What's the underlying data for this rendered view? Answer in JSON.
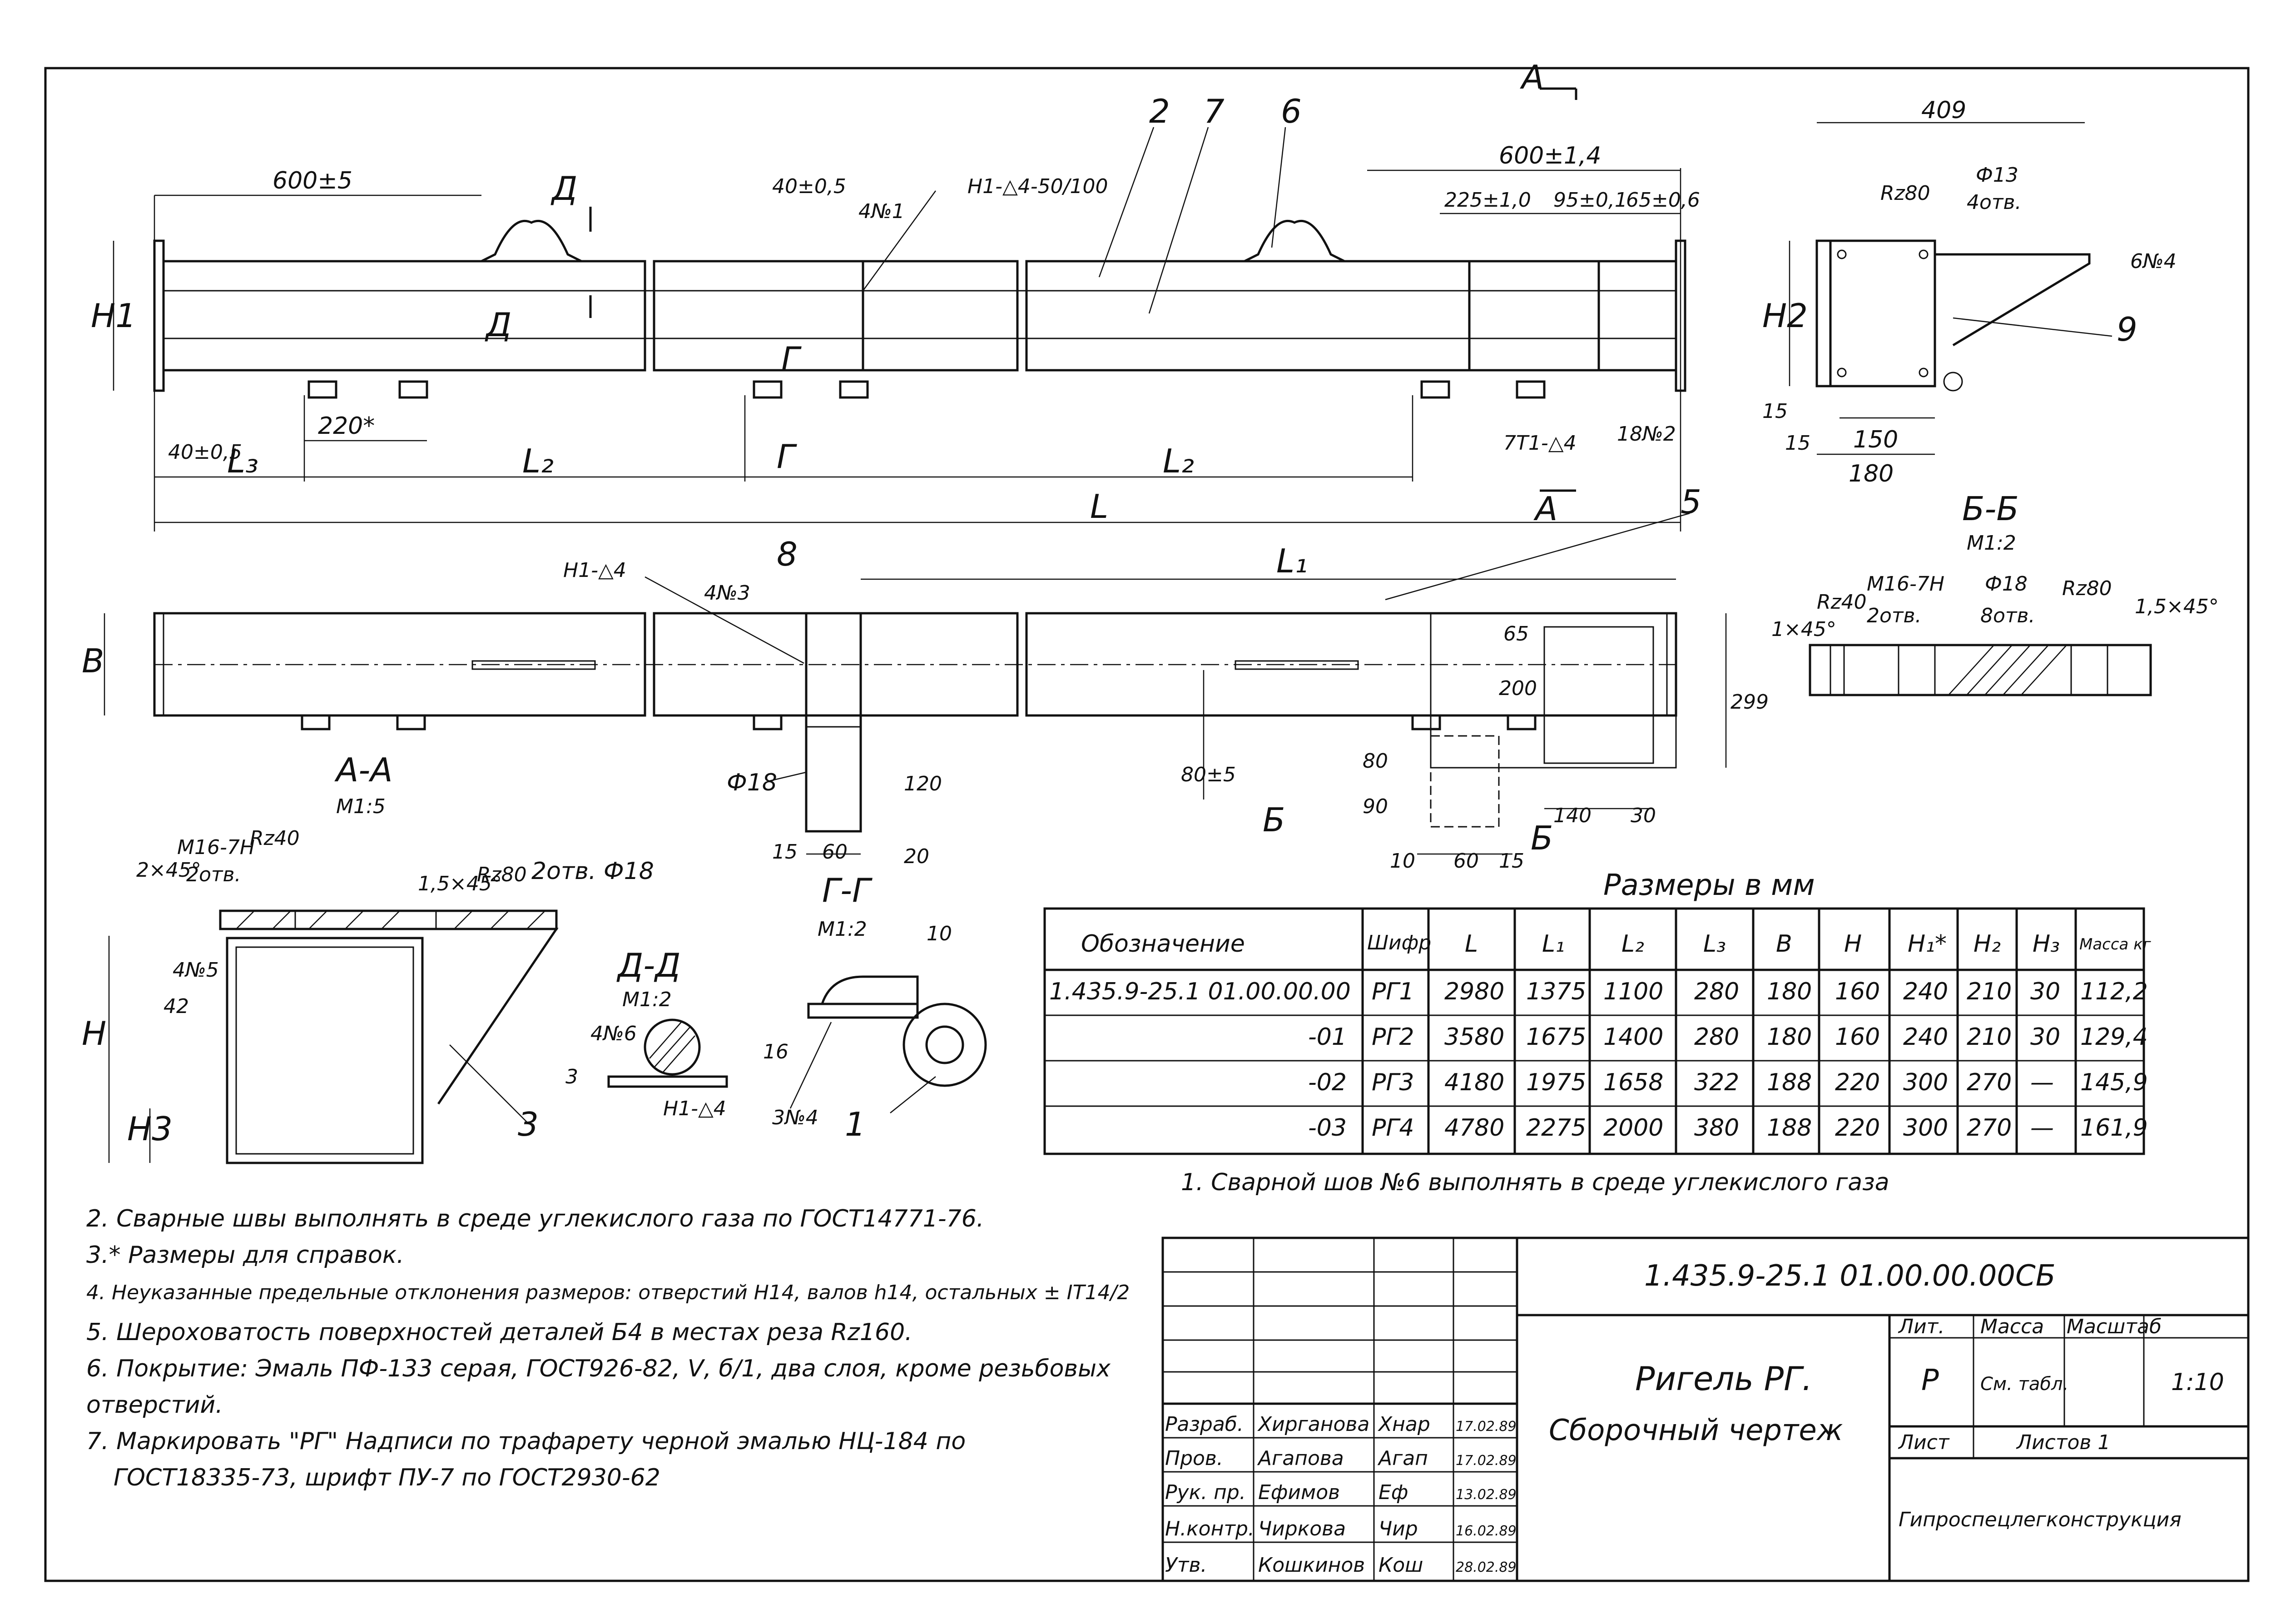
{
  "frame": {
    "note": ""
  },
  "main_view": {
    "dims": {
      "d600": "600±5",
      "d40": "40±0,5",
      "weld1": "Н1-△4-50/100",
      "weld1n": "4№1",
      "d600b": "600±1,4",
      "d225": "225±1,0",
      "d95": "95±0,1",
      "d65": "65±0,6",
      "d220": "220*",
      "d40b": "40±0,5",
      "weld7": "7Т1-△4",
      "weld7n": "18№2",
      "L": "L",
      "L2a": "L₂",
      "L2b": "L₂",
      "L3": "L₃",
      "H1": "H1"
    },
    "pos": {
      "p2": "2",
      "p7": "7",
      "p6": "6"
    },
    "cuts": {
      "A": "А",
      "A2": "А",
      "D": "Д",
      "D2": "Д",
      "G": "Г",
      "G2": "Г"
    }
  },
  "plan_view": {
    "dims": {
      "weldH": "Н1-△4",
      "weldHn": "4№3",
      "L1": "L₁",
      "B": "В",
      "d18": "Ф18",
      "d120": "120",
      "d20": "20",
      "d15": "15",
      "d60": "60",
      "d80": "80±5",
      "d200": "200",
      "d65": "65",
      "d299": "299",
      "d80b": "80",
      "d90": "90",
      "d10": "10",
      "d60b": "60",
      "d15b": "15",
      "d140": "140",
      "d30": "30"
    },
    "pos": {
      "p8": "8",
      "p5": "5"
    },
    "cuts": {
      "B1": "Б",
      "B2": "Б"
    }
  },
  "side_view": {
    "dims": {
      "d409": "409",
      "rz80": "Rz80",
      "phi13": "Ф13",
      "phi13b": "4отв.",
      "H2": "H2",
      "d15": "15",
      "d15b": "15",
      "d150": "150",
      "d180": "180",
      "wn": "6№4"
    },
    "pos": {
      "p9": "9"
    }
  },
  "section_bb": {
    "title": "Б-Б",
    "scale": "М1:2",
    "dims": {
      "rz40": "Rz40",
      "m16": "М16-7Н",
      "m16b": "2отв.",
      "phi18": "Ф18",
      "phi18b": "8отв.",
      "rz80": "Rz80",
      "ch1": "1×45°",
      "ch2": "1,5×45°"
    }
  },
  "section_aa": {
    "title": "А-А",
    "scale": "М1:5",
    "dims": {
      "ch1": "2×45°",
      "m16": "М16-7Н",
      "m16b": "2отв.",
      "rz40": "Rz40",
      "ch2": "1,5×45°",
      "rz80": "Rz80",
      "holes": "2отв. Ф18",
      "wn5": "4№5",
      "d42": "42",
      "H": "H",
      "H3": "H3"
    },
    "pos": {
      "p3": "3"
    }
  },
  "section_dd": {
    "title": "Д-Д",
    "scale": "М1:2",
    "dims": {
      "wn6": "4№6",
      "d3": "3"
    }
  },
  "section_gg": {
    "title": "Г-Г",
    "scale": "М1:2",
    "dims": {
      "d10": "10",
      "d16": "16",
      "weld": "Н1-△4",
      "wn4": "3№4"
    },
    "pos": {
      "p1": "1"
    }
  },
  "table": {
    "caption": "Размеры в мм",
    "headers": [
      "Обозначение",
      "Шифр",
      "L",
      "L₁",
      "L₂",
      "L₃",
      "В",
      "H",
      "H₁*",
      "H₂",
      "H₃",
      "Масса кг"
    ],
    "rows": [
      [
        "1.435.9-25.1 01.00.00.00",
        "РГ1",
        "2980",
        "1375",
        "1100",
        "280",
        "180",
        "160",
        "240",
        "210",
        "30",
        "112,2"
      ],
      [
        "-01",
        "РГ2",
        "3580",
        "1675",
        "1400",
        "280",
        "180",
        "160",
        "240",
        "210",
        "30",
        "129,4"
      ],
      [
        "-02",
        "РГ3",
        "4180",
        "1975",
        "1658",
        "322",
        "188",
        "220",
        "300",
        "270",
        "—",
        "145,9"
      ],
      [
        "-03",
        "РГ4",
        "4780",
        "2275",
        "2000",
        "380",
        "188",
        "220",
        "300",
        "270",
        "—",
        "161,9"
      ]
    ]
  },
  "notes": {
    "n1": "1. Сварной шов №6 выполнять в среде углекислого газа",
    "n2": "2. Сварные швы выполнять в среде углекислого газа по ГОСТ14771-76.",
    "n3": "3.* Размеры для справок.",
    "n4": "4. Неуказанные предельные отклонения размеров: отверстий Н14, валов h14, остальных ± IT14/2",
    "n5": "5. Шероховатость поверхностей деталей Б4 в местах реза Rz160.",
    "n6": "6. Покрытие: Эмаль ПФ-133 серая, ГОСТ926-82, Ⅴ, б/1, два слоя, кроме резьбовых",
    "n6b": "отверстий.",
    "n7": "7. Маркировать \"РГ\" Надписи по трафарету черной эмалью НЦ-184 по",
    "n7b": "ГОСТ18335-73, шрифт ПУ-7 по ГОСТ2930-62"
  },
  "title_block": {
    "doc_number": "1.435.9-25.1 01.00.00.00СБ",
    "name1": "Ригель РГ.",
    "name2": "Сборочный чертеж",
    "lit_label": "Лит.",
    "mass_label": "Масса",
    "scale_label": "Масштаб",
    "lit": "Р",
    "mass": "См. табл.",
    "scale": "1:10",
    "sheet_label": "Лист",
    "sheets_label": "Листов 1",
    "org": "Гипроспецлегконструкция",
    "roles": [
      "Разраб.",
      "Пров.",
      "Рук. пр.",
      "Н.контр.",
      "Утв."
    ],
    "names": [
      "Хирганова",
      "Агапова",
      "Ефимов",
      "Чиркова",
      "Кошкинов"
    ],
    "signs": [
      "Хнар",
      "Агап",
      "Еф",
      "Чир",
      "Кош"
    ],
    "dates": [
      "17.02.89",
      "17.02.89",
      "13.02.89",
      "16.02.89",
      "28.02.89"
    ]
  }
}
